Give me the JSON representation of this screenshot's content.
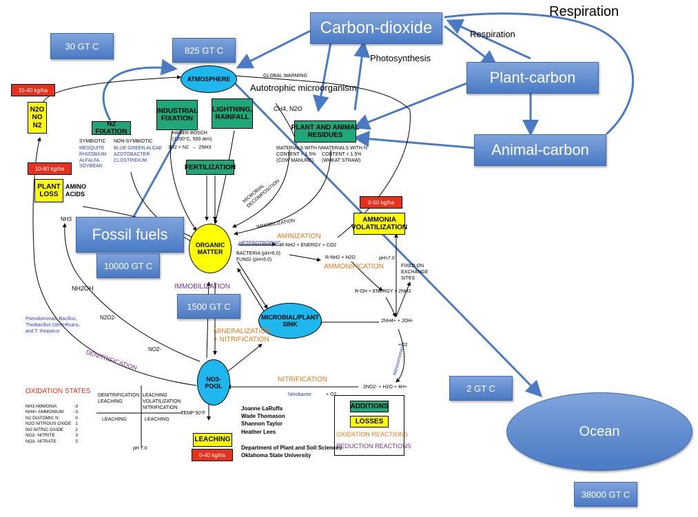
{
  "carbon": {
    "carbon_dioxide": "Carbon-dioxide",
    "plant_carbon": "Plant-carbon",
    "animal_carbon": "Animal-carbon",
    "fossil_fuels": "Fossil fuels",
    "ocean": "Ocean",
    "respiration_top": "Respiration",
    "respiration_small": "Respiration",
    "photosynthesis": "Photosynthesis",
    "autotrophic": "Autotrophic microorganism",
    "gt_30": "30 GT C",
    "gt_825": "825 GT C",
    "gt_10000": "10000 GT C",
    "gt_1500": "1500 GT C",
    "gt_2": "2 GT C",
    "gt_38000": "38000 GT C"
  },
  "nitrogen": {
    "atmosphere": "ATMOSPHERE",
    "organic_matter": "ORGANIC\nMATTER",
    "microbial_sink": "MICROBIAL/PLANT\nSINK",
    "no3_pool": "NO3-\nPOOL",
    "industrial_fixation": "INDUSTRIAL\nFIXATION",
    "lightning": "LIGHTNING,\nRAINFALL",
    "n2_fixation": "N2 FIXATION",
    "fertilization": "FERTILIZATION",
    "plant_animal_residues": "PLANT AND ANIMAL\nRESIDUES",
    "ammonia_volatilization": "AMMONIA\nVOLATILIZATION",
    "n2o_box": "N2O\nNO\nN2",
    "plant_loss": "PLANT\nLOSS",
    "leaching_box": "LEACHING",
    "amino_acids": "AMINO\nACIDS",
    "red_15_40": "15-40 kg/ha",
    "red_10_80": "10-80 kg/ha",
    "red_0_50": "0-50 kg/ha",
    "red_0_40": "0-40 kg/ha",
    "global_warming": "GLOBAL WARMING",
    "ch4_n2o": "CH4, N2O",
    "haber": "HABER BOSCH\n(1200°C, 500 atm)",
    "haber_eq": "3H2 + N2  →  2NH3",
    "symbiotic": "SYMBIOTIC",
    "symbiotic_list": "MESQUITE\nRHIZOBIUM\nALFALFA\nSOYBEAN",
    "nonsymbiotic": "NON-SYMBIOTIC",
    "nonsymbiotic_list": "BLUE-GREEN ALGAE\nAZOTOBACTER\nCLOSTRIDIUM",
    "materials_high": "MATERIALS WITH N\nCONTENT > 1.5%\n(COW MANURE)",
    "materials_low": "MATERIALS WITH N\nCONTENT < 1.5%\n(WHEAT STRAW)",
    "microbial_decomp": "MICROBIAL\nDECOMPOSITION",
    "immobilization_small": "IMMOBILIZATION",
    "aminization": "AMINIZATION",
    "heterotrophic": "HETEROTROPHIC",
    "aminization_eq": "R-NH2 + ENERGY + CO2",
    "bacteria": "BACTERIA (pH>6.0)\nFUNGI (pH<6.0)",
    "ammonification_eq": "R-NH2 + H2O",
    "ammonification": "AMMONIFICATION",
    "roh_eq": "R-OH + ENERGY + 2NH3",
    "ph70_right": "pH>7.0",
    "fixed": "FIXED ON\nEXCHANGE\nSITES",
    "nh4_eq": "2NH4+ + 2OH-",
    "o2_right": "+O2",
    "nitrosomonas": "Nitrosomonas",
    "no2_eq": "2NO2- + H2O + 4H+",
    "nitrification": "NITRIFICATION",
    "nitrobacter": "Nitrobacter",
    "o2_bottom": "+ O2",
    "immobilization": "IMMOBILIZATION",
    "mineralization": "MINERALIZATION\n+ NITRIFICATION",
    "denitrification": "DENITRIFICATION",
    "pseudomonas": "Pseudomonas, Bacillus,\nThiobacillus Denitrificans,\nand T. thioparus",
    "nh3": "NH3",
    "nh2oh": "NH2OH",
    "n2o2": "N2O2-",
    "no2": "NO2-",
    "quad_tl": "DENITRIFICATION\nLEACHING",
    "quad_tr": "LEACHING\nVOLATILIZATION\nNITRIFICATION",
    "quad_bl": "LEACHING",
    "quad_br": "LEACHING",
    "temp": "TEMP 50°F",
    "ph7": "pH 7.0"
  },
  "oxidation": {
    "title": "OXIDATION STATES",
    "rows": [
      {
        "formula": "NH3 AMMONIA",
        "value": "-3"
      },
      {
        "formula": "NH4+ AMMONIUM",
        "value": "-3"
      },
      {
        "formula": "N2 DIATOMIC N",
        "value": "0"
      },
      {
        "formula": "N2O NITROUS OXIDE",
        "value": "1"
      },
      {
        "formula": "NO NITRIC OXIDE",
        "value": "2"
      },
      {
        "formula": "NO2- NITRITE",
        "value": "3"
      },
      {
        "formula": "NO3- NITRATE",
        "value": "5"
      }
    ]
  },
  "authors": {
    "names": "Joanne LaRuffa\nWade Thomason\nShannon Taylor\nHeather Lees",
    "dept": "Department of Plant and Soil Sciences\nOklahoma State University"
  },
  "legend": {
    "additions": "ADDITIONS",
    "losses": "LOSSES",
    "oxidation": "OXIDATION REACTIONS",
    "reduction": "REDUCTION REACTIONS"
  }
}
